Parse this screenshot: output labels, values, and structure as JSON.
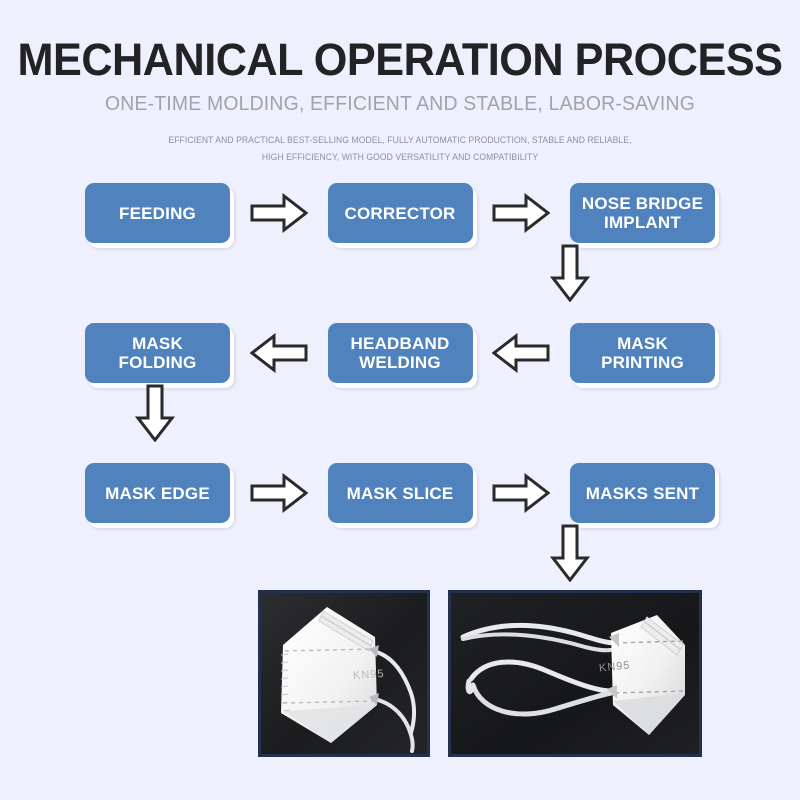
{
  "header": {
    "title": "MECHANICAL OPERATION PROCESS",
    "subtitle": "ONE-TIME MOLDING, EFFICIENT AND STABLE, LABOR-SAVING",
    "caption_line1": "EFFICIENT AND PRACTICAL BEST-SELLING MODEL, FULLY AUTOMATIC PRODUCTION, STABLE AND RELIABLE,",
    "caption_line2": "HIGH EFFICIENCY, WITH GOOD VERSATILITY AND COMPATIBILITY"
  },
  "colors": {
    "background": "#eef0fd",
    "node_blue": "#5082bd",
    "node_text": "#ffffff",
    "title_text": "#232325",
    "subtitle_text": "#a0a2ac",
    "caption_text": "#8d8f9c",
    "arrow_outline": "#2a2a2a",
    "arrow_fill": "#ffffff",
    "photo_border": "#23304f"
  },
  "flow": {
    "rows": [
      {
        "direction": "right",
        "nodes": [
          {
            "label": "FEEDING",
            "two_line": false
          },
          {
            "label": "CORRECTOR",
            "two_line": false
          },
          {
            "label": "NOSE BRIDGE IMPLANT",
            "two_line": true
          }
        ]
      },
      {
        "direction": "left",
        "nodes": [
          {
            "label": "MASK FOLDING",
            "two_line": false
          },
          {
            "label": "HEADBAND WELDING",
            "two_line": true
          },
          {
            "label": "MASK PRINTING",
            "two_line": true
          }
        ]
      },
      {
        "direction": "right",
        "nodes": [
          {
            "label": "MASK EDGE",
            "two_line": false
          },
          {
            "label": "MASK SLICE",
            "two_line": false
          },
          {
            "label": "MASKS SENT",
            "two_line": false
          }
        ]
      }
    ],
    "vertical_connectors": [
      {
        "from": "NOSE BRIDGE IMPLANT",
        "to": "MASK PRINTING",
        "direction": "down"
      },
      {
        "from": "MASK FOLDING",
        "to": "MASK EDGE",
        "direction": "down"
      },
      {
        "from": "MASKS SENT",
        "to": "PRODUCT PHOTOS",
        "direction": "down"
      }
    ]
  },
  "photos": [
    {
      "alt": "KN95 folded mask front view",
      "brand_text": "KN95"
    },
    {
      "alt": "KN95 mask with ear loops side view",
      "brand_text": "KN95"
    }
  ]
}
